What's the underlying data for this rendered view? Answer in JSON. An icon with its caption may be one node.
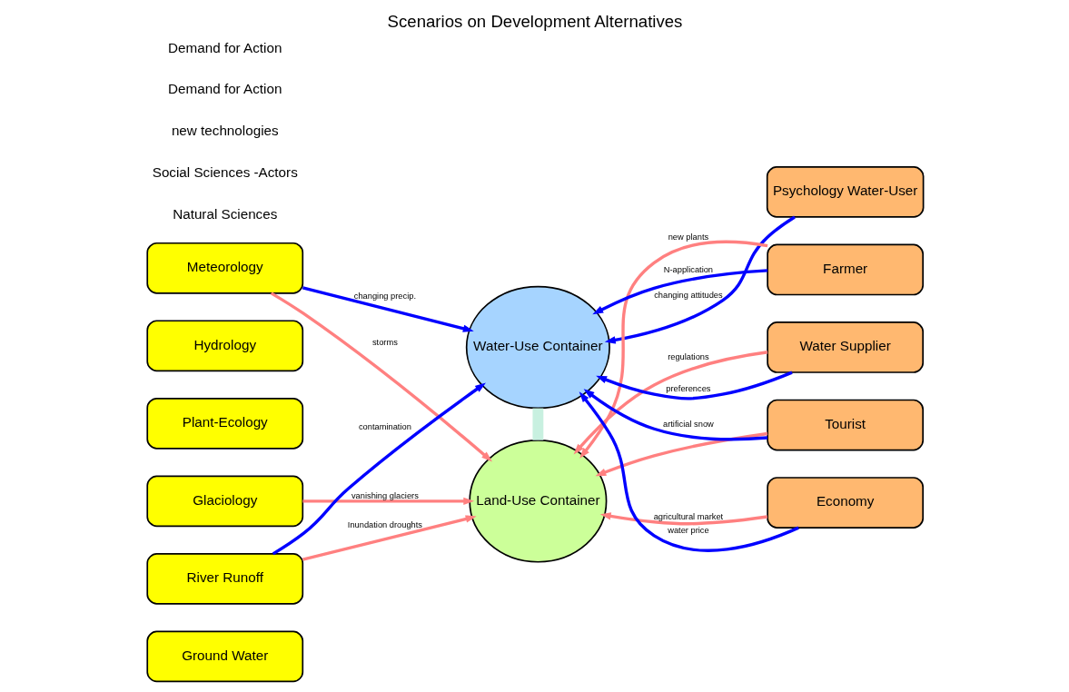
{
  "diagram": {
    "title": "Scenarios on Development Alternatives",
    "nodes": [
      {
        "text": [
          "Meteorology"
        ]
      },
      {
        "text": [
          "Hydrology"
        ]
      },
      {
        "text": [
          "Plant-Ecology"
        ]
      },
      {
        "text": [
          "Glaciology"
        ]
      },
      {
        "text": [
          "River Runoff"
        ]
      },
      {
        "text": [
          "Ground Water"
        ]
      },
      {
        "text": [
          "Land-Use Container"
        ]
      },
      {
        "text": [
          "Water-Use Container"
        ]
      },
      {
        "text": [
          "Psychology Water-User"
        ]
      },
      {
        "text": [
          "Farmer"
        ]
      },
      {
        "text": [
          "Water Supplier"
        ]
      },
      {
        "text": [
          "Tourist"
        ]
      },
      {
        "text": [
          "Economy"
        ]
      }
    ],
    "edges": [
      {
        "from": 0,
        "to": 6,
        "arrow": "to",
        "label": "storms",
        "color": "#ff8080"
      },
      {
        "from": 0,
        "to": 7,
        "arrow": "to",
        "label": "changing precip.",
        "color": "#0000ff"
      },
      {
        "from": 3,
        "to": 6,
        "arrow": "to",
        "label": "vanishing glaciers",
        "color": "#ff8080"
      },
      {
        "from": 4,
        "to": 6,
        "arrow": "to",
        "label": "Inundation droughts",
        "color": "#ff8080"
      },
      {
        "from": 4,
        "to": 7,
        "arrow": "to",
        "label": "contamination",
        "color": "#0000ff"
      },
      {
        "from": 6,
        "to": 7,
        "arrow": "none",
        "style": "thick",
        "color": "#c8f0e0"
      },
      {
        "from": 8,
        "to": 7,
        "arrow": "to",
        "label": "changing attitudes",
        "color": "#0000ff"
      },
      {
        "from": 9,
        "to": 6,
        "arrow": "to",
        "label": "new plants",
        "color": "#ff8080"
      },
      {
        "from": 9,
        "to": 7,
        "arrow": "to",
        "label": "N-application",
        "color": "#0000ff"
      },
      {
        "from": 10,
        "to": 6,
        "arrow": "to",
        "label": "regulations",
        "color": "#ff8080"
      },
      {
        "from": 10,
        "to": 7,
        "arrow": "to",
        "label": "preferences",
        "color": "#0000ff"
      },
      {
        "from": 11,
        "to": 6,
        "arrow": "to",
        "color": "#ff8080"
      },
      {
        "from": 11,
        "to": 7,
        "arrow": "to",
        "label": "artificial snow",
        "color": "#0000ff"
      },
      {
        "from": 12,
        "to": 6,
        "arrow": "to",
        "label": "agricultural market",
        "color": "#ff8080"
      },
      {
        "from": 12,
        "to": 7,
        "arrow": "to",
        "label": "water price",
        "color": "#0000ff"
      }
    ],
    "labels": [
      "Natural Sciences",
      "Social Sciences -Actors",
      "new technologies",
      "Demand for Action",
      "Demand for Action"
    ]
  }
}
